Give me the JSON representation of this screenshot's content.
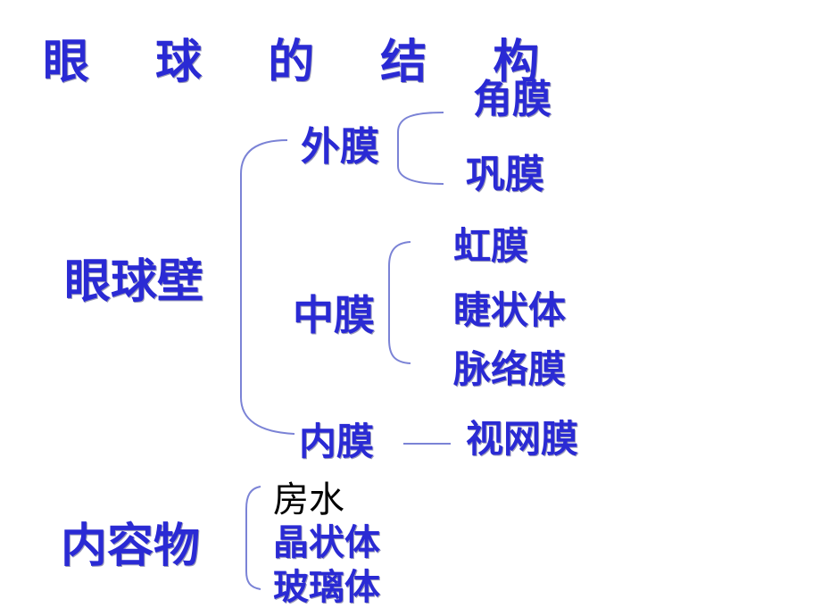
{
  "title": "眼 球 的 结 构",
  "eyeball_wall": {
    "label": "眼球壁",
    "outer": {
      "label": "外膜",
      "items": [
        "角膜",
        "巩膜"
      ]
    },
    "middle": {
      "label": "中膜",
      "items": [
        "虹膜",
        "睫状体",
        "脉络膜"
      ]
    },
    "inner": {
      "label": "内膜",
      "items": [
        "视网膜"
      ]
    }
  },
  "contents": {
    "label": "内容物",
    "items": [
      "房水",
      "晶状体",
      "玻璃体"
    ]
  },
  "colors": {
    "text": "#2a2ad4",
    "accent_text": "#000000",
    "brackets": "#7b83d6"
  }
}
